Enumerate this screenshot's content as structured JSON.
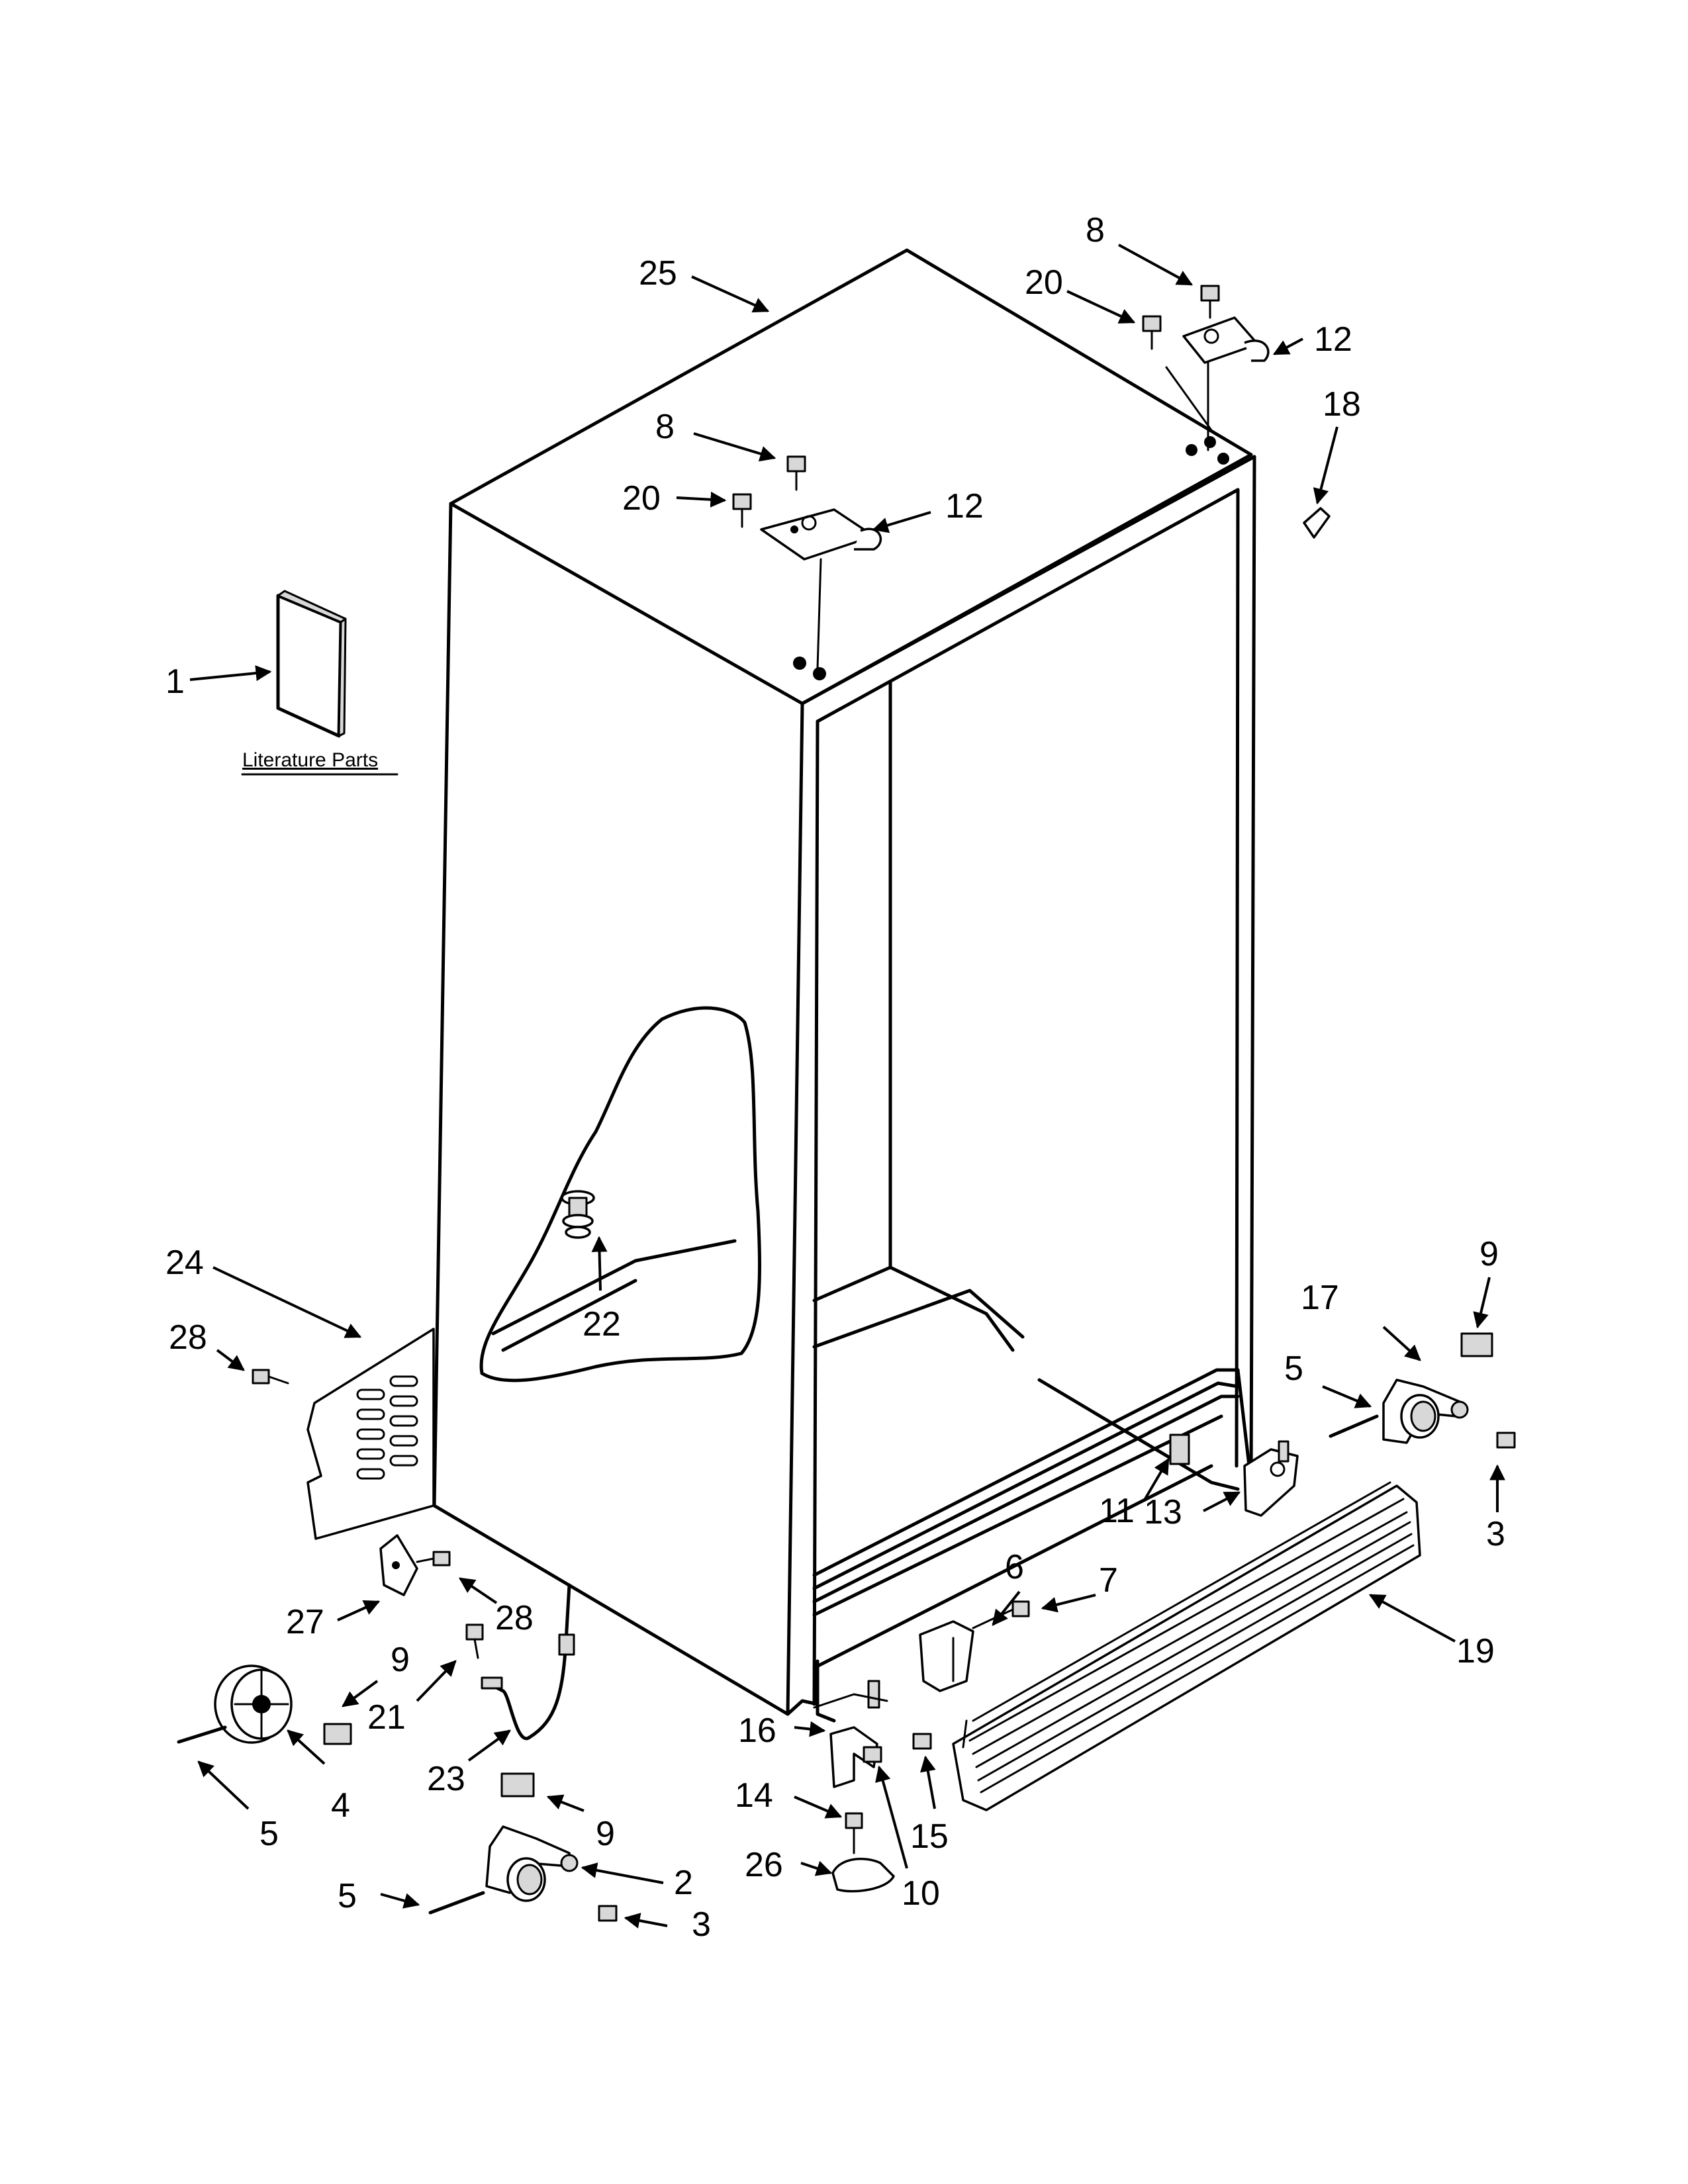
{
  "literature": {
    "label": "Literature Parts"
  },
  "callouts": {
    "c1": "1",
    "c2": "2",
    "c3a": "3",
    "c3b": "3",
    "c4": "4",
    "c5a": "5",
    "c5b": "5",
    "c5c": "5",
    "c6": "6",
    "c7": "7",
    "c8a": "8",
    "c8b": "8",
    "c9a": "9",
    "c9b": "9",
    "c9c": "9",
    "c10": "10",
    "c11": "11",
    "c12a": "12",
    "c12b": "12",
    "c13": "13",
    "c14": "14",
    "c15": "15",
    "c16": "16",
    "c17": "17",
    "c18": "18",
    "c19": "19",
    "c20a": "20",
    "c20b": "20",
    "c21": "21",
    "c22": "22",
    "c23": "23",
    "c24": "24",
    "c25": "25",
    "c26": "26",
    "c27": "27",
    "c28a": "28",
    "c28b": "28"
  }
}
